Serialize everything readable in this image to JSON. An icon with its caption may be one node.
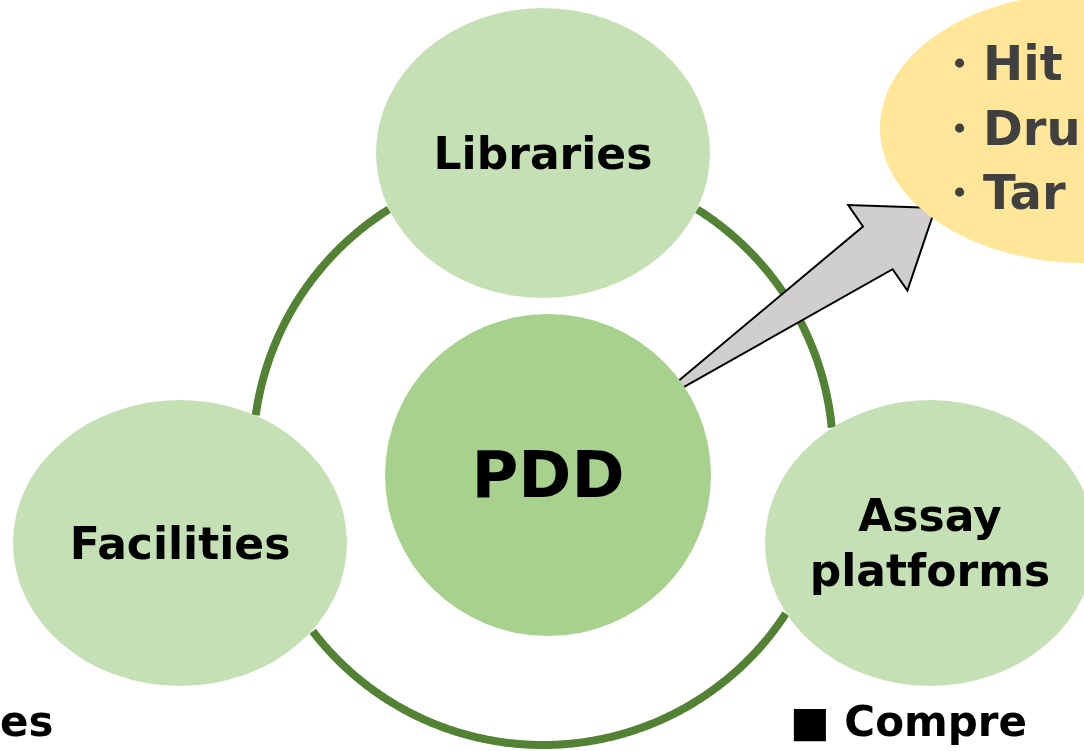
{
  "diagram": {
    "nodes": [
      {
        "text": [
          "Libraries"
        ]
      },
      {
        "text": [
          "PDD"
        ]
      },
      {
        "text": [
          "Facilities"
        ]
      },
      {
        "text": [
          "Assay platforms"
        ]
      },
      {
        "text": [
          "・Hit",
          "・Dru",
          "・Tar"
        ]
      }
    ],
    "edges": [
      {
        "from": 0,
        "to": 3,
        "arrow": "none",
        "color": "#548235"
      },
      {
        "from": 3,
        "to": 2,
        "arrow": "none",
        "color": "#548235"
      },
      {
        "from": 2,
        "to": 0,
        "arrow": "none",
        "color": "#548235"
      },
      {
        "from": 1,
        "to": 4,
        "arrow": "to"
      }
    ],
    "labels": [
      "es",
      "■ Compre"
    ]
  }
}
